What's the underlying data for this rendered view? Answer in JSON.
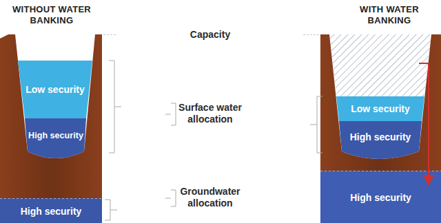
{
  "diagram": {
    "nodes": [
      {
        "text": [
          "Low security"
        ]
      },
      {
        "text": [
          "Low security"
        ]
      },
      {
        "text": [
          "High security"
        ]
      },
      {
        "text": [
          "High security"
        ]
      },
      {
        "text": [
          "High security"
        ]
      },
      {
        "text": [
          "High security"
        ]
      }
    ],
    "labels": [
      "WITHOUT WATER BANKING",
      "WITH WATER BANKING",
      "Capacity",
      "Surface water allocation",
      "Groundwater allocation"
    ]
  }
}
